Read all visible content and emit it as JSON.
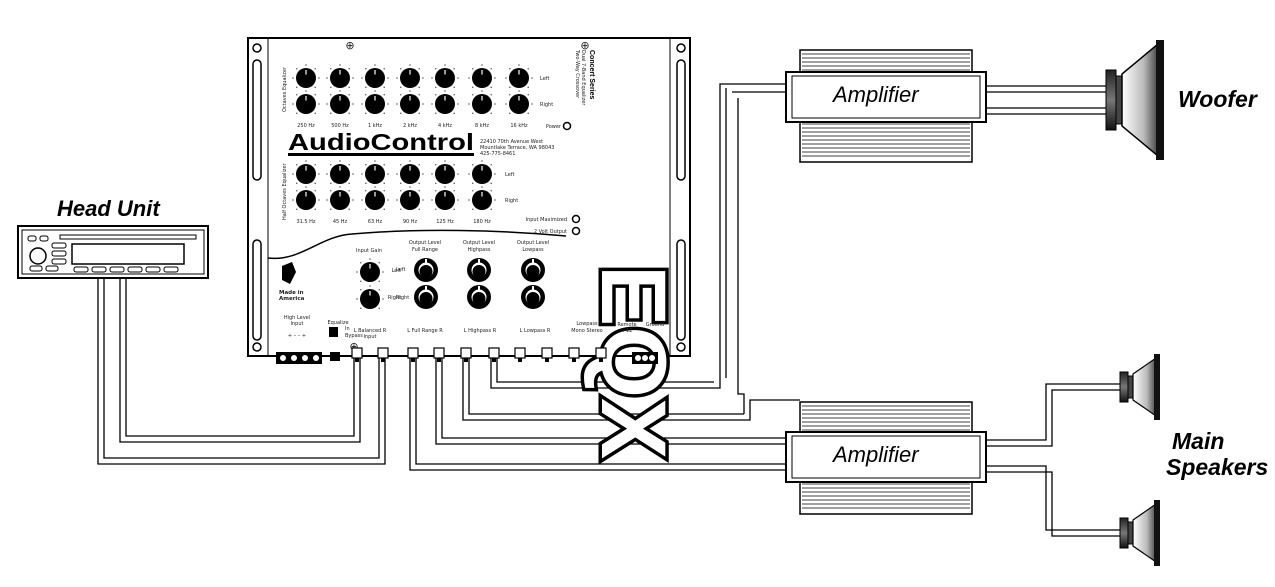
{
  "labels": {
    "head_unit": "Head Unit",
    "amplifier_top": "Amplifier",
    "amplifier_bottom": "Amplifier",
    "woofer": "Woofer",
    "main_speakers_line1": "Main",
    "main_speakers_line2": "Speakers"
  },
  "eqx": {
    "brand": "AudioControl",
    "model_logo": "EQX",
    "series": "Concert Series",
    "subtitle_1": "Dual 7-Band Equalizer",
    "subtitle_2": "Two-Way Crossover",
    "address_1": "22410 70th Avenue West",
    "address_2": "Mountlake Terrace, WA 98043",
    "address_3": "425-775-8461",
    "made_in_line1": "Made in",
    "made_in_line2": "America",
    "section_octaves": "Octaves Equalizer",
    "section_half_octaves": "Half Octaves Equalizer",
    "octave_freqs": [
      "250 Hz",
      "500 Hz",
      "1 kHz",
      "2 kHz",
      "4 kHz",
      "8 kHz",
      "16 kHz"
    ],
    "half_octave_freqs": [
      "31.5 Hz",
      "45 Hz",
      "63 Hz",
      "90 Hz",
      "125 Hz",
      "180 Hz"
    ],
    "left": "Left",
    "right": "Right",
    "power": "Power",
    "input_maximized": "Input Maximized",
    "two_volt_output": "2 Volt Output",
    "input_gain": "Input Gain",
    "output_full_range_1": "Output Level",
    "output_full_range_2": "Full Range",
    "output_highpass_1": "Output Level",
    "output_highpass_2": "Highpass",
    "output_lowpass_1": "Output Level",
    "output_lowpass_2": "Lowpass",
    "high_level_input_1": "High Level",
    "high_level_input_2": "Input",
    "high_level_polarity": "+  –   –  +",
    "eq_in_bypass_1": "Equalize",
    "eq_in_bypass_2": "In",
    "eq_in_bypass_3": "Bypass",
    "balanced_input_1": "L  Balanced  R",
    "balanced_input_2": "Input",
    "full_range_jack": "L  Full Range R",
    "highpass_jack": "L  Highpass  R",
    "lowpass_jack": "L  Lowpass  R",
    "lowpass_mono_1": "Lowpass",
    "lowpass_mono_2": "Mono    Stereo",
    "remote": "Remote",
    "remote_plus": "+12",
    "ground": "Ground"
  }
}
